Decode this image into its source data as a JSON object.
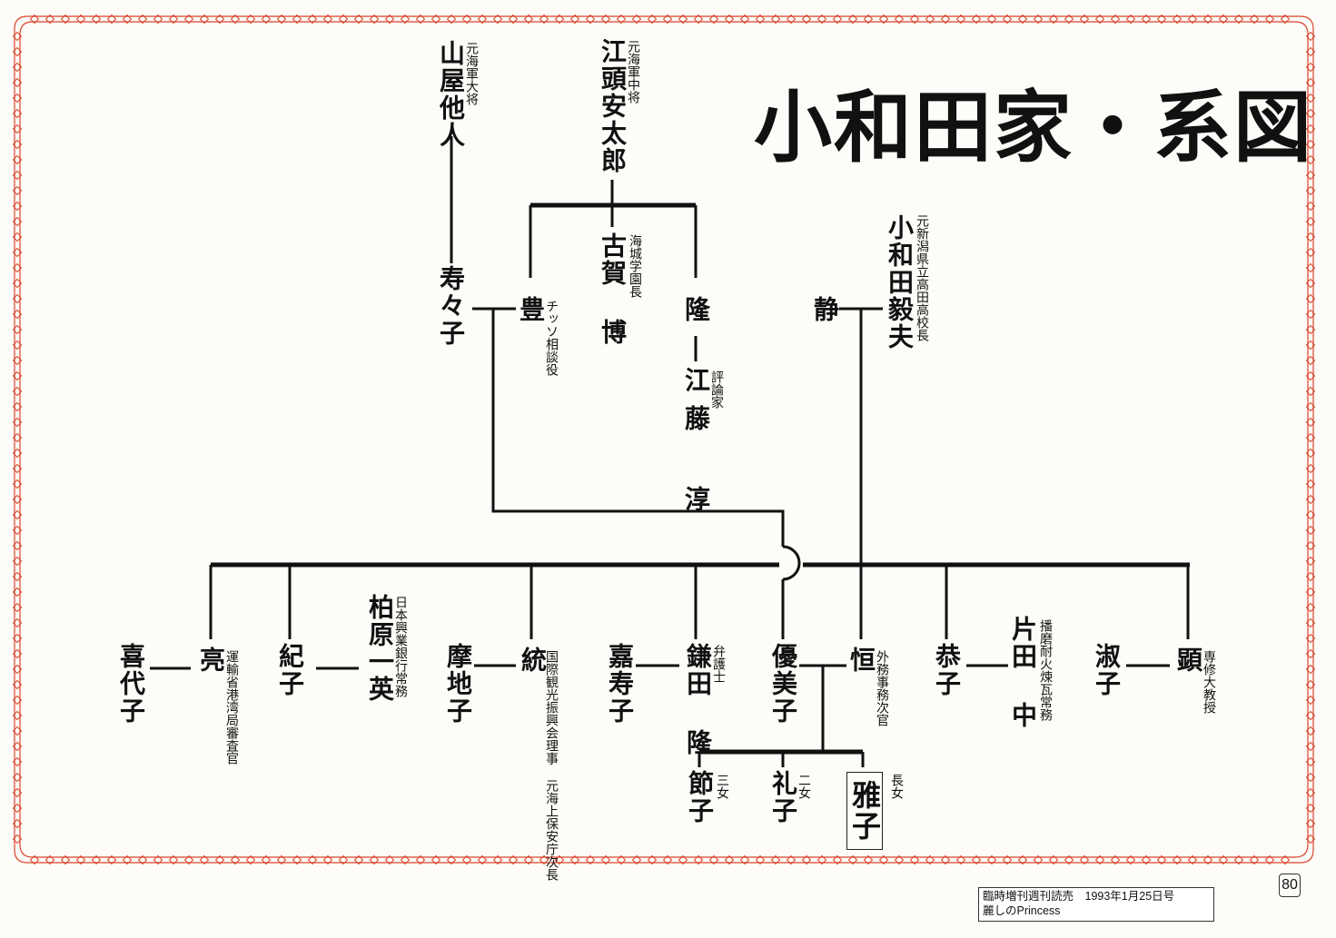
{
  "title": "小和田家・系図",
  "people": {
    "yamaya": {
      "name": "山屋他人",
      "note": "元海軍大将"
    },
    "egashira": {
      "name": "江頭安太郎",
      "note": "元海軍中将"
    },
    "koga": {
      "name": "古賀 博",
      "note": "海城学園長"
    },
    "yutaka": {
      "name": "豊",
      "note": "チッソ相談役"
    },
    "takashi": {
      "name": "隆"
    },
    "eto": {
      "name": "江藤 淳",
      "note": "評論家"
    },
    "jujuko": {
      "name": "寿々子"
    },
    "shizuka": {
      "name": "静"
    },
    "owada_takeo": {
      "name": "小和田毅夫",
      "note": "元新潟県立高田高校長"
    },
    "kiyoko": {
      "name": "喜代子"
    },
    "akira": {
      "name": "亮",
      "note": "運輸省港湾局審査官"
    },
    "noriko": {
      "name": "紀子"
    },
    "kashiwabara": {
      "name": "柏原一英",
      "note": "日本興業銀行常務"
    },
    "machiko": {
      "name": "摩地子"
    },
    "osamu": {
      "name": "統",
      "note": "国際観光振興会理事 元海上保安庁次長"
    },
    "kazuko": {
      "name": "嘉寿子"
    },
    "kamata": {
      "name": "鎌田 隆",
      "note": "弁護士"
    },
    "yumiko": {
      "name": "優美子"
    },
    "hisashi": {
      "name": "恒",
      "note": "外務事務次官"
    },
    "yasuko": {
      "name": "恭子"
    },
    "katada": {
      "name": "片田 中",
      "note": "播磨耐火煉瓦常務"
    },
    "toshiko": {
      "name": "淑子"
    },
    "akira2": {
      "name": "顕",
      "note": "専修大教授"
    },
    "setsuko": {
      "name": "節子",
      "note": "三女"
    },
    "reiko": {
      "name": "礼子",
      "note": "二女"
    },
    "masako": {
      "name": "雅子",
      "note": "長女"
    }
  },
  "footer": {
    "page_number": "80",
    "caption_line1": "臨時増刊週刊読売　1993年1月25日号",
    "caption_line2": "麗しのPrincess"
  },
  "colors": {
    "border": "#d9432a",
    "line": "#111111"
  }
}
